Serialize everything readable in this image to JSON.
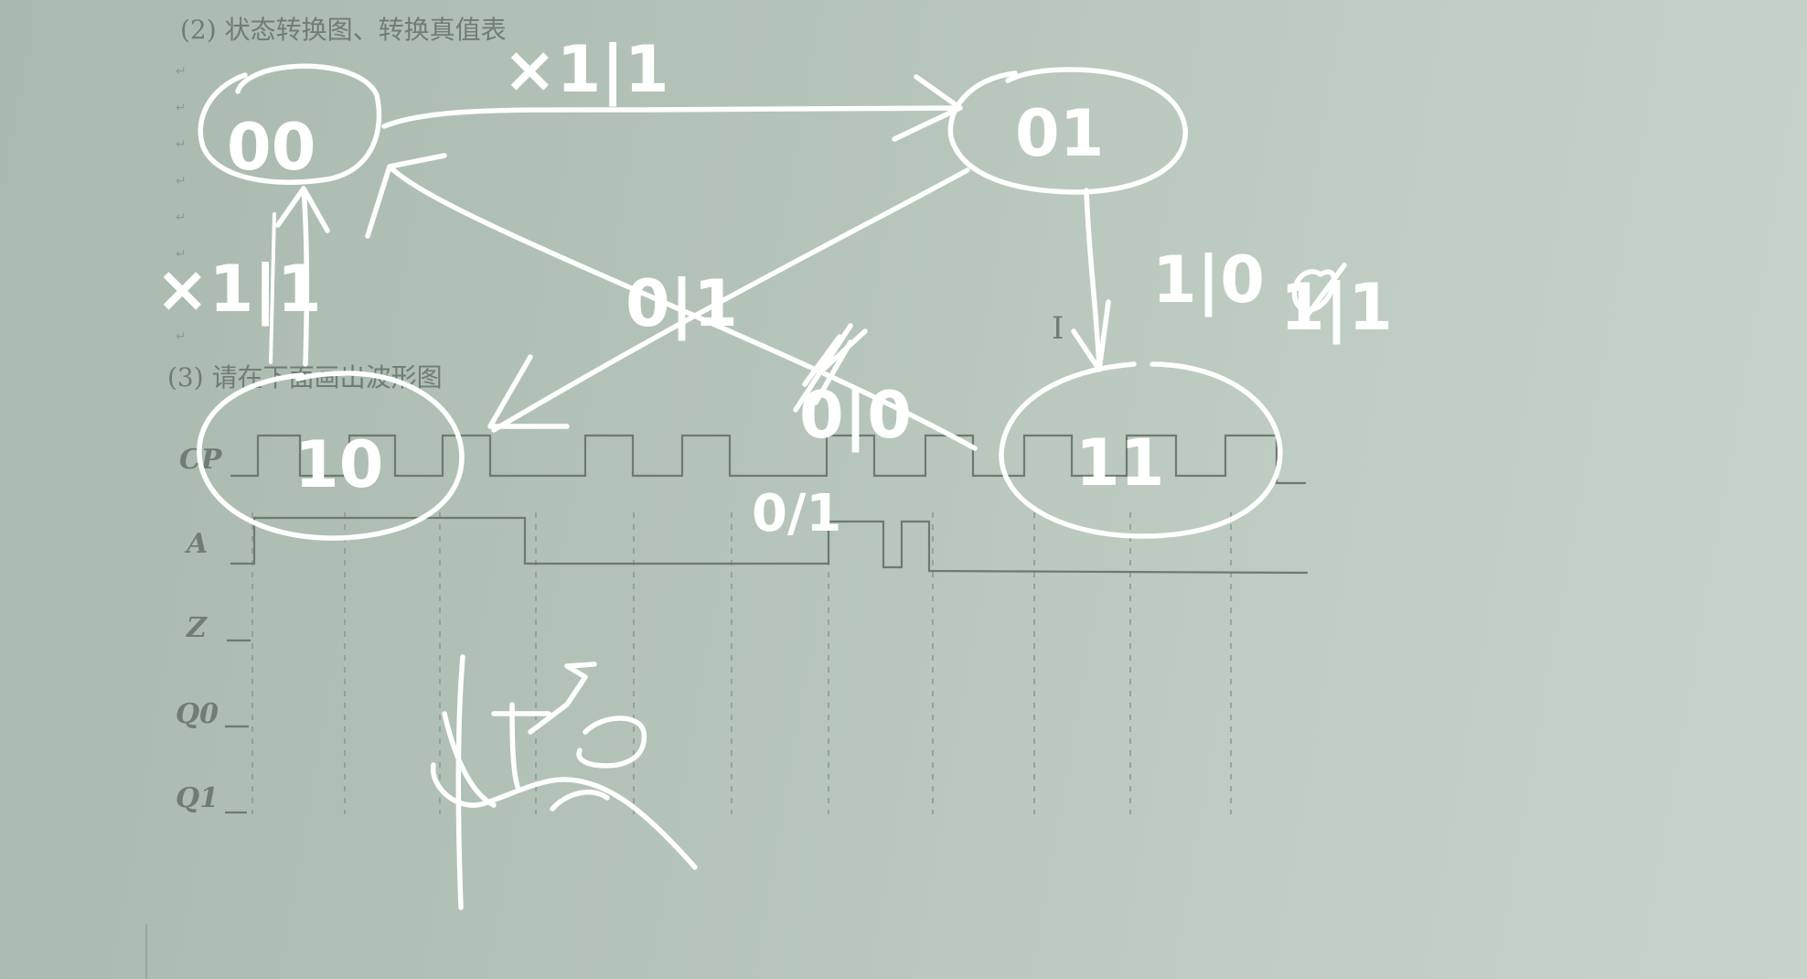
{
  "document": {
    "heading_2": "(2) 状态转换图、转换真值表",
    "heading_3": "(3) 请在下面画出波形图",
    "paragraph_mark": "↵",
    "cursor": "I"
  },
  "waveform": {
    "signals": [
      {
        "label": "CP"
      },
      {
        "label": "A"
      },
      {
        "label": "Z"
      },
      {
        "label": "Q0"
      },
      {
        "label": "Q1"
      }
    ]
  },
  "annotations": {
    "states": [
      {
        "code": "00"
      },
      {
        "code": "01"
      },
      {
        "code": "10"
      },
      {
        "code": "11"
      }
    ],
    "transitions": [
      {
        "label": "×1|1"
      },
      {
        "label": "×1|1"
      },
      {
        "label": "0|1"
      },
      {
        "label": "0|0"
      },
      {
        "label": "1|0"
      },
      {
        "label": "1|1"
      },
      {
        "label": "0/1"
      }
    ]
  }
}
